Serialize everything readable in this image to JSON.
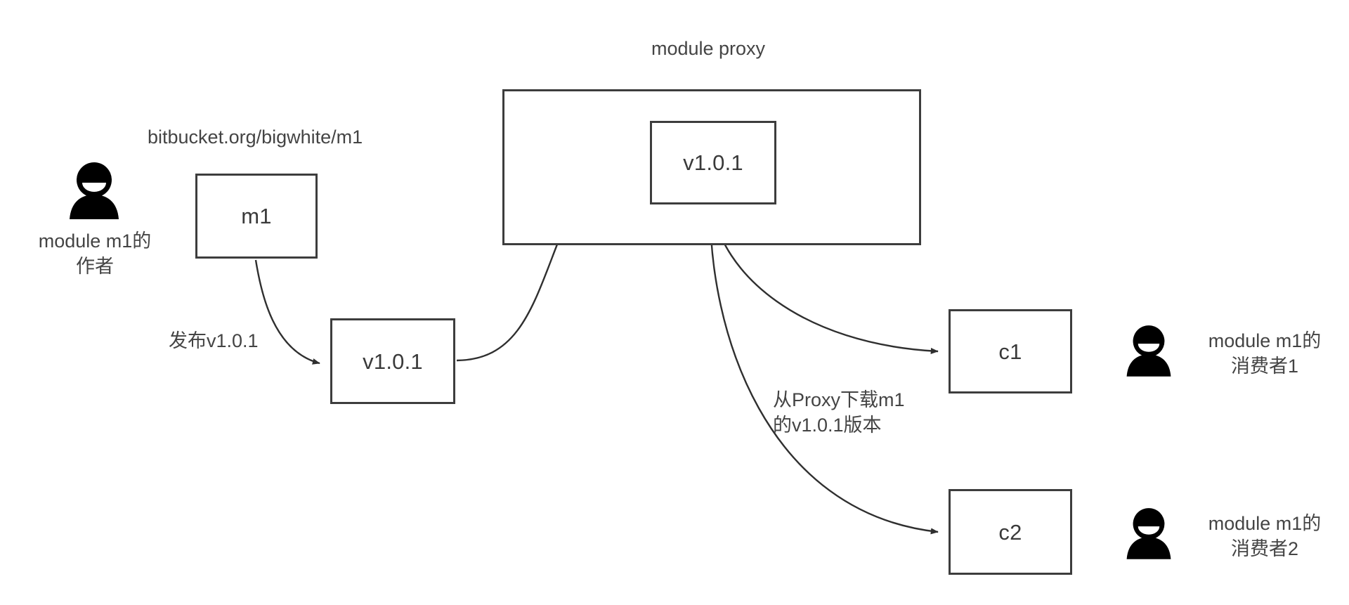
{
  "diagram": {
    "title_module_proxy": "module proxy",
    "repo_url": "bitbucket.org/bigwhite/m1",
    "author_caption": "module m1的\n作者",
    "publish_label": "发布v1.0.1",
    "download_label": "从Proxy下载m1\n的v1.0.1版本",
    "consumer1_caption": "module m1的\n消费者1",
    "consumer2_caption": "module m1的\n消费者2",
    "nodes": {
      "m1": "m1",
      "local_version": "v1.0.1",
      "proxy_version": "v1.0.1",
      "c1": "c1",
      "c2": "c2"
    },
    "icons": {
      "author": "person-icon",
      "consumer1": "person-icon",
      "consumer2": "person-icon"
    },
    "colors": {
      "stroke": "#3d3d3d",
      "text": "#444444",
      "background": "#ffffff",
      "icon": "#000000"
    }
  }
}
